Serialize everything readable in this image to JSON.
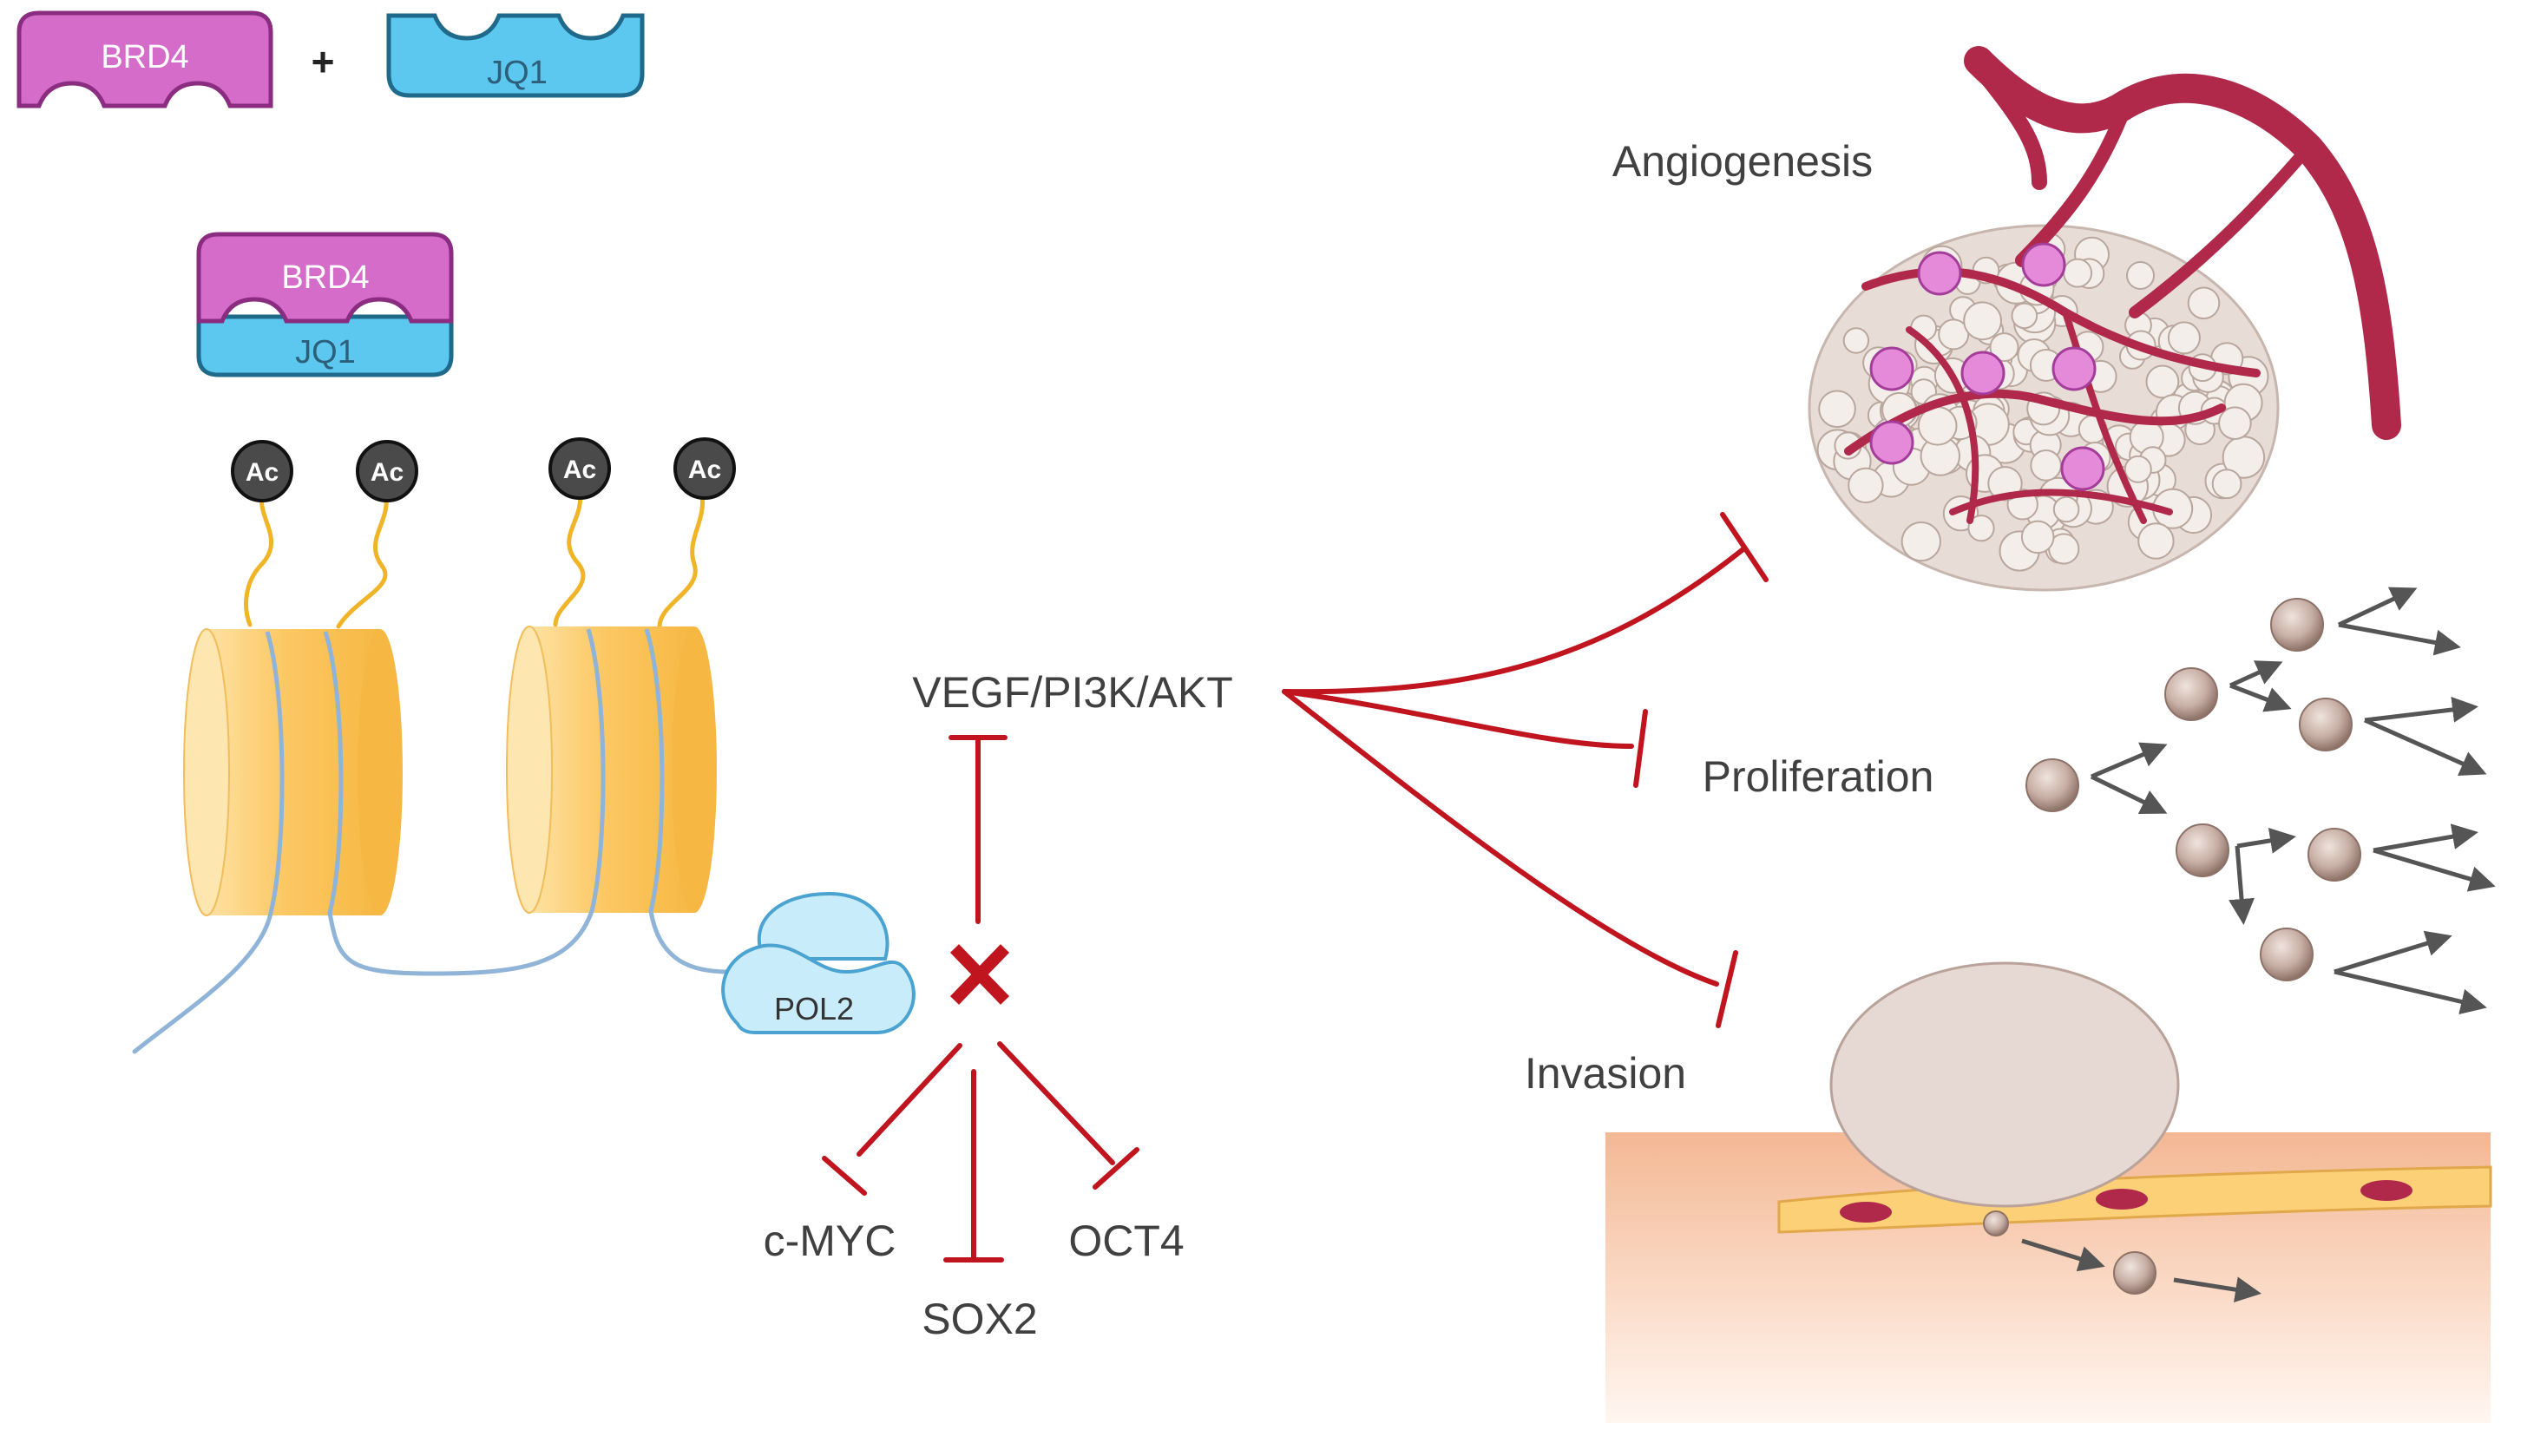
{
  "colors": {
    "brd4": "#d66cc9",
    "brd4_stroke": "#8a2d80",
    "jq1": "#5cc8f0",
    "jq1_stroke": "#1f6a8a",
    "inhibit": "#c0141e",
    "nucleosome": "#fcc864",
    "dna": "#8fb4d8",
    "tail": "#f0b429",
    "vessel": "#b0294a",
    "cell": "#c9b2a8"
  },
  "top_row": {
    "brd4": "BRD4",
    "plus": "+",
    "jq1": "JQ1"
  },
  "complex": {
    "brd4": "BRD4",
    "jq1": "JQ1"
  },
  "acetyl_marks": [
    "Ac",
    "Ac",
    "Ac",
    "Ac"
  ],
  "polymerase": "POL2",
  "pathway": "VEGF/PI3K/AKT",
  "targets": [
    "c-MYC",
    "SOX2",
    "OCT4"
  ],
  "outcomes": {
    "angiogenesis": "Angiogenesis",
    "proliferation": "Proliferation",
    "invasion": "Invasion"
  }
}
